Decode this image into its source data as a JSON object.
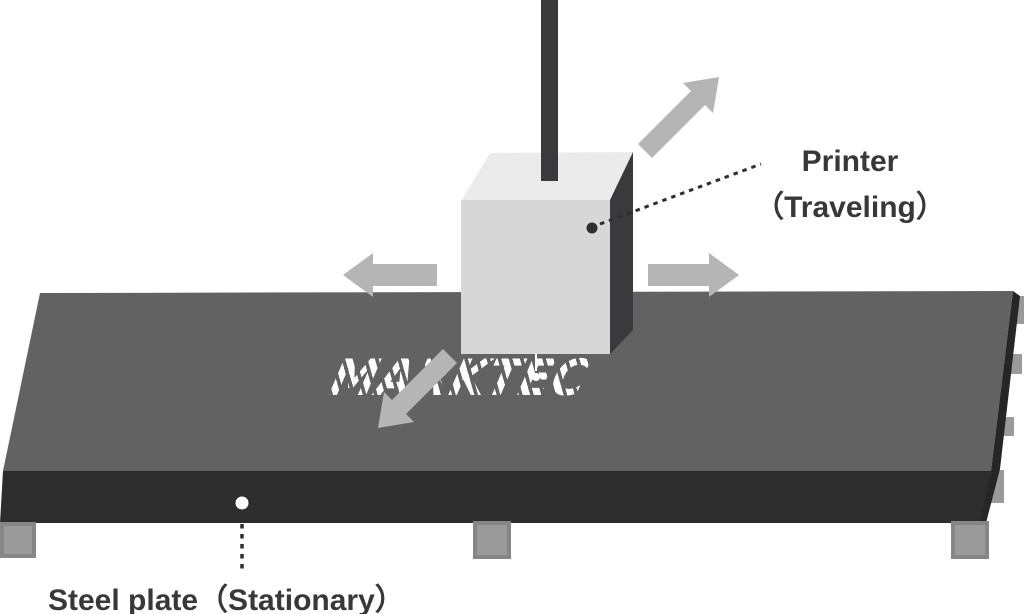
{
  "figure": {
    "printer_label": {
      "title": "Printer",
      "subtitle": "（Traveling）"
    },
    "plate_label": "Steel plate（Stationary）",
    "marking_text": "MARKTEC"
  },
  "icons": {
    "arrow_names": [
      "arrow-up-right-icon",
      "arrow-left-icon",
      "arrow-right-icon",
      "arrow-down-left-icon"
    ]
  },
  "colors": {
    "background": "#ffffff",
    "plate_top": "#626262",
    "plate_front": "#2d2d2d",
    "plate_side": "#262626",
    "box_front": "#d7d7d7",
    "box_top": "#ebebeb",
    "box_side": "#3a3a3c",
    "rod": "#3a3a3c",
    "arrow": "#b5b5b5",
    "foot": "#9a9a9a",
    "foot_border": "#868686",
    "callout": "#2e2e2e",
    "label_text": "#383838",
    "marking": "#ffffff"
  }
}
